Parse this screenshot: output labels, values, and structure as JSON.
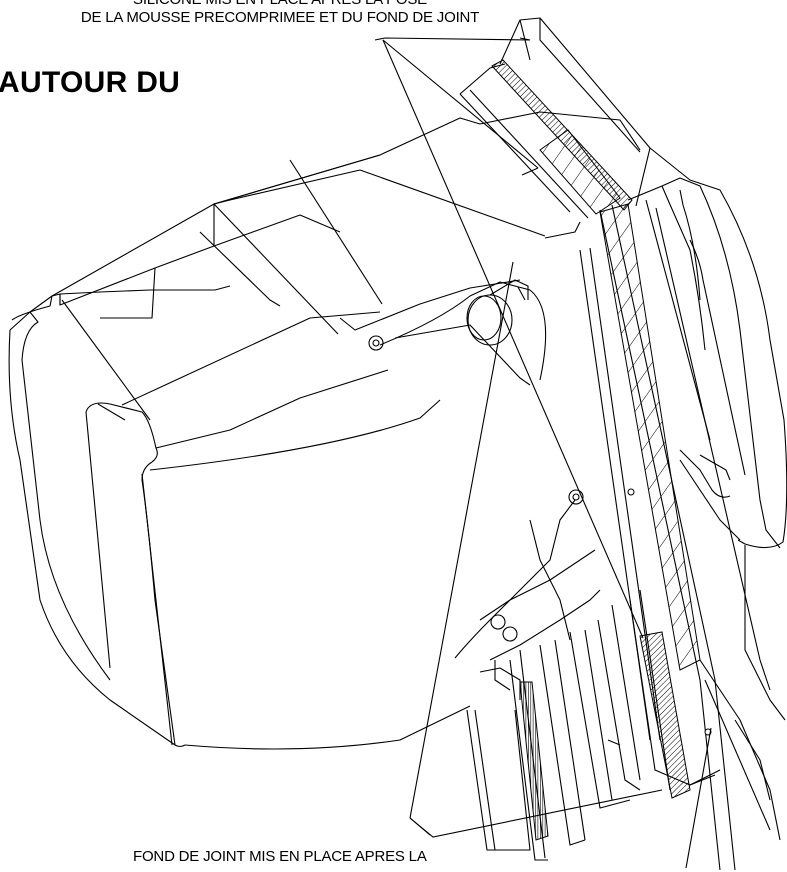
{
  "annotations": {
    "top_label_line1": "SILICONE MIS EN PLACE APRES LA POSE",
    "top_label_line2": "DE LA MOUSSE PRECOMPRIMEE ET DU FOND DE JOINT",
    "heading": "AUTOUR DU",
    "bottom_label": "FOND DE JOINT MIS EN PLACE APRES LA"
  },
  "colors": {
    "line": "#000000",
    "background": "#ffffff"
  }
}
